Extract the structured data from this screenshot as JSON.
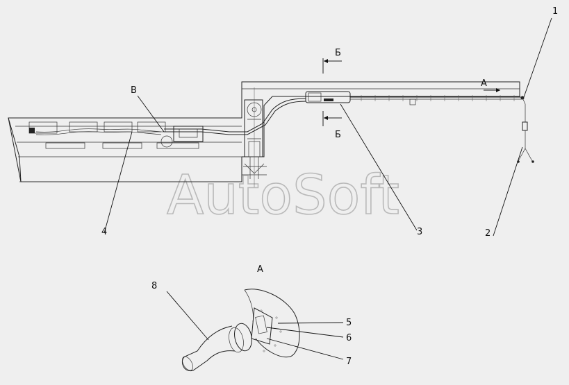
{
  "watermark": "AutoSoft",
  "labels": {
    "part1": "1",
    "part2": "2",
    "part3": "3",
    "part4": "4",
    "part5": "5",
    "part6": "6",
    "part7": "7",
    "part8": "8",
    "view_b": "В",
    "section_top": "Б",
    "section_bottom": "Б",
    "arrow_a": "А",
    "detail_a": "А"
  },
  "colors": {
    "background": "#efefef",
    "line": "#222222",
    "watermark": "#b9b9b9"
  }
}
